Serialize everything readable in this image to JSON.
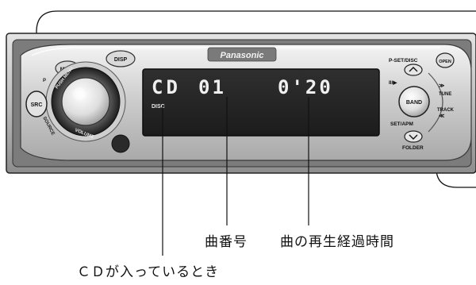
{
  "brand": "Panasonic",
  "display": {
    "source": "CD",
    "disc_label": "DISC",
    "track": "01",
    "time": "0'20"
  },
  "buttons": {
    "src": "SRC",
    "mute": "MUTE",
    "disp": "DISP",
    "open": "OPEN",
    "band": "BAND",
    "pset_disc": "P-SET/DISC",
    "set_apm": "SET/APM",
    "folder": "FOLDER",
    "tune": "TUNE",
    "track": "TRACK",
    "play_pause": "II/▶",
    "volume": "VOLUME",
    "source_ring": "SOURCE",
    "push_menu": "PUSH MENU",
    "p_mark": "P"
  },
  "captions": {
    "track_number": "曲番号",
    "elapsed_time": "曲の再生経過時間",
    "cd_inserted": "ＣＤが入っているとき"
  }
}
